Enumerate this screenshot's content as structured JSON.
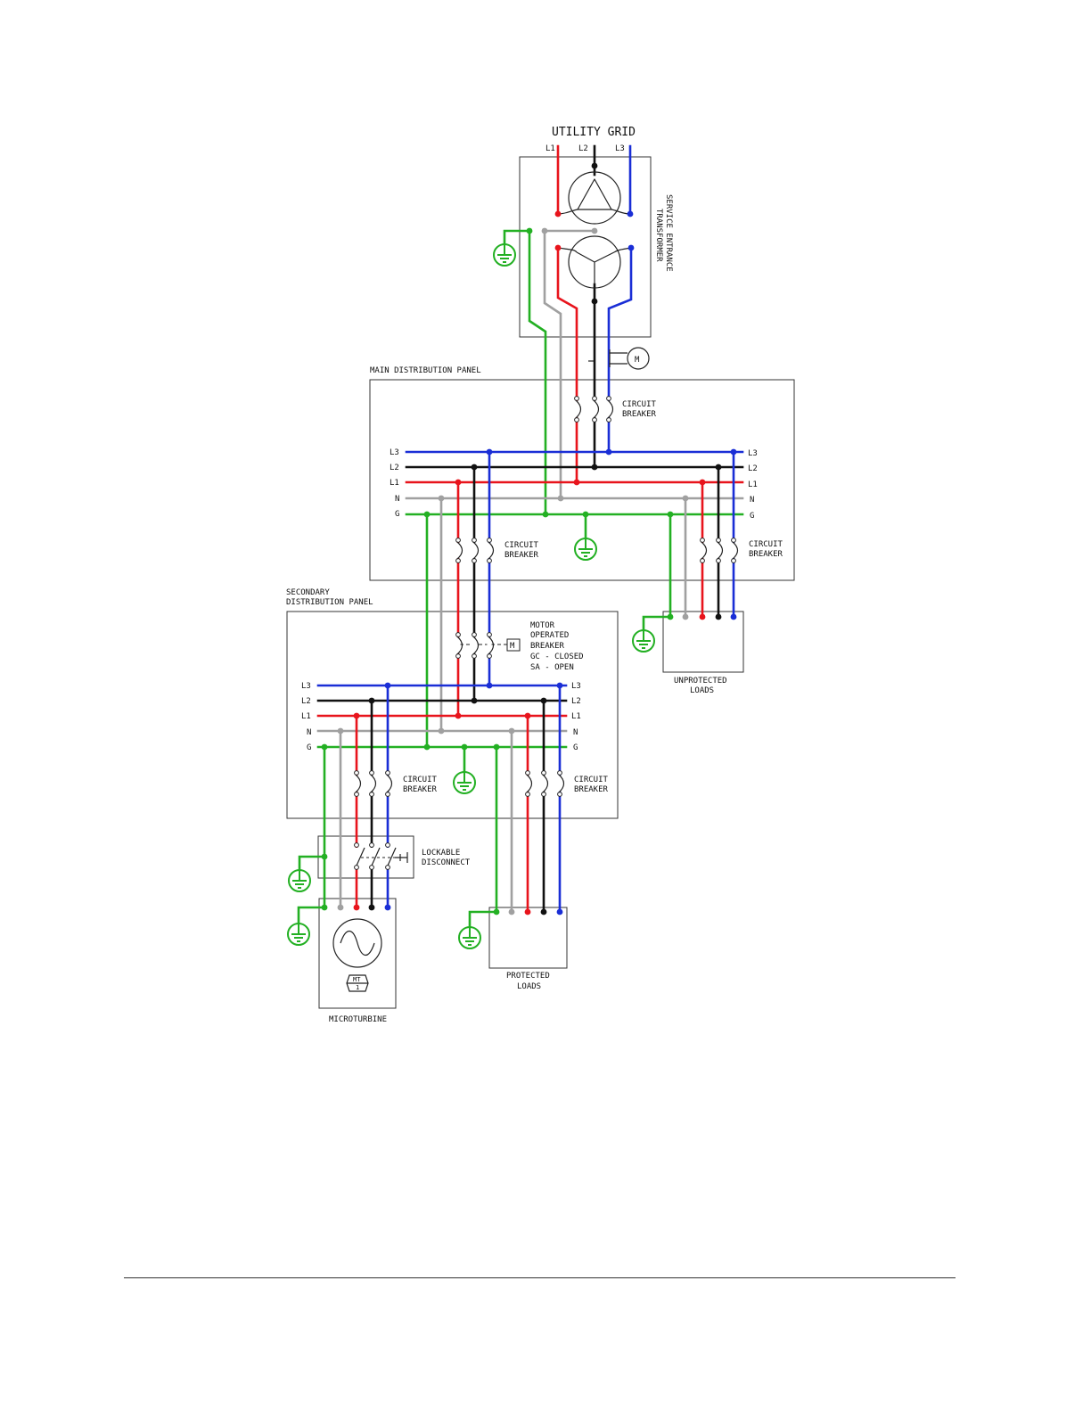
{
  "colors": {
    "L1": "#e8141c",
    "L2": "#111111",
    "L3": "#1a2ed6",
    "N": "#a0a0a0",
    "G": "#23b023"
  },
  "labels": {
    "utility_grid": "UTILITY GRID",
    "l1": "L1",
    "l2": "L2",
    "l3": "L3",
    "n": "N",
    "g": "G",
    "transformer_line1": "SERVICE ENTRANCE",
    "transformer_line2": "TRANSFORMER",
    "meter": "M",
    "main_panel": "MAIN DISTRIBUTION PANEL",
    "circuit": "CIRCUIT",
    "breaker": "BREAKER",
    "secondary_line1": "SECONDARY",
    "secondary_line2": "DISTRIBUTION PANEL",
    "motor_line1": "MOTOR",
    "motor_line2": "OPERATED",
    "motor_line3": "BREAKER",
    "motor_line4": "GC - CLOSED",
    "motor_line5": "SA - OPEN",
    "unprotected_line1": "UNPROTECTED",
    "unprotected_line2": "LOADS",
    "lockable_line1": "LOCKABLE",
    "lockable_line2": "DISCONNECT",
    "protected_line1": "PROTECTED",
    "protected_line2": "LOADS",
    "microturbine": "MICROTURBINE",
    "mt_top": "MT",
    "mt_bottom": "1"
  }
}
